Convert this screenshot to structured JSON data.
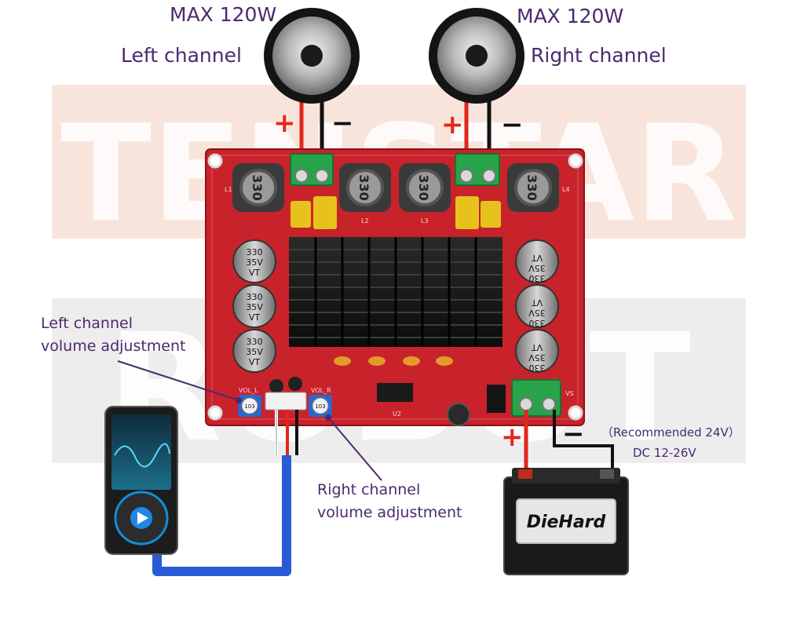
{
  "labels": {
    "left_power": "MAX 120W",
    "right_power": "MAX 120W",
    "left_channel": "Left channel",
    "right_channel": "Right channel",
    "left_volume": "Left channel\nvolume adjustment",
    "right_volume": "Right channel\nvolume adjustment",
    "recommended": "（Recommended 24V）",
    "dc_range": "DC 12-26V",
    "plus": "+",
    "minus": "−"
  },
  "watermark": {
    "line1": "TENSTAR",
    "line2": "ROBOT"
  },
  "board": {
    "inductors": [
      "330",
      "330",
      "330",
      "330"
    ],
    "inductor_labels": [
      "L1",
      "L2",
      "L3",
      "L4"
    ],
    "caps_left": [
      "330",
      "35V",
      "VT"
    ],
    "caps_right": [
      "330",
      "35V",
      "VT"
    ],
    "pot_left_label": "VOL_L",
    "pot_right_label": "VOL_R",
    "pot_value": "103",
    "vs_label": "VS",
    "ic_label": "U2"
  },
  "battery": {
    "brand": "DieHard"
  },
  "colors": {
    "board": "#c8222b",
    "wire_red": "#e2261d",
    "wire_black": "#111111",
    "wire_blue": "#2a5bd7",
    "terminal": "#27a34a",
    "label": "#4a2a6e"
  }
}
